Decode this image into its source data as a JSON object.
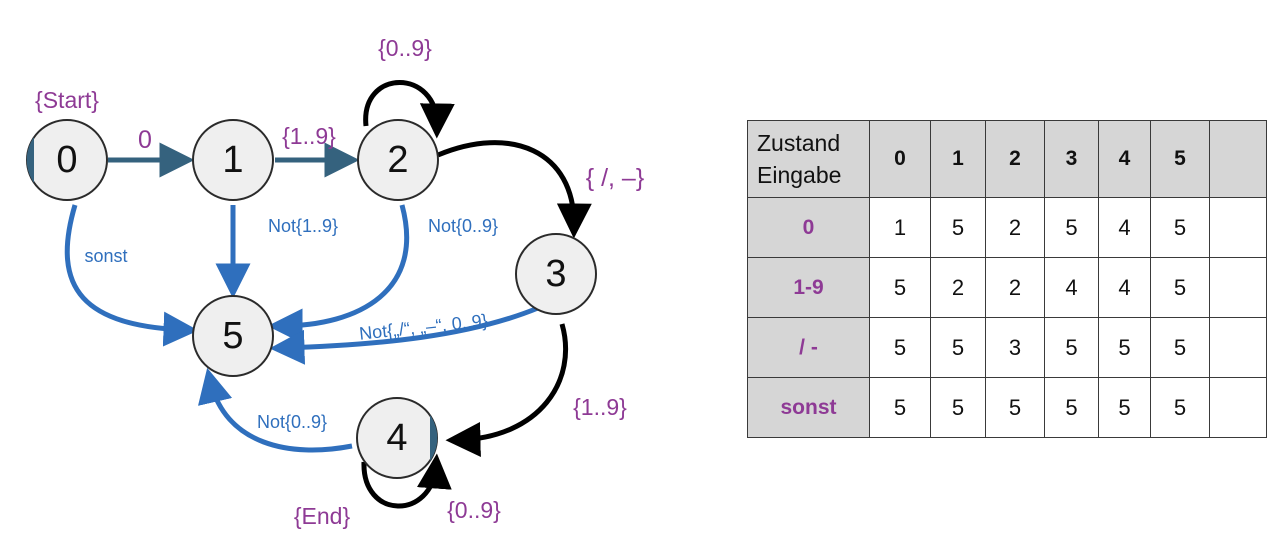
{
  "diagram": {
    "nodes": [
      {
        "id": "0",
        "label": "0"
      },
      {
        "id": "1",
        "label": "1"
      },
      {
        "id": "2",
        "label": "2"
      },
      {
        "id": "3",
        "label": "3"
      },
      {
        "id": "4",
        "label": "4"
      },
      {
        "id": "5",
        "label": "5"
      }
    ],
    "labels": {
      "start": "{Start}",
      "end": "{End}",
      "e01": "0",
      "e12": "{1..9}",
      "loop2": "{0..9}",
      "e23": "{ /, –}",
      "e34": "{1..9}",
      "loop4": "{0..9}",
      "e05": "sonst",
      "e15": "Not{1..9}",
      "e25": "Not{0..9}",
      "e35": "Not{„/“, „–“, 0..9}",
      "e45": "Not{0..9}"
    },
    "colors": {
      "purple": "#8e3a95",
      "blue": "#2f6fbd",
      "teal": "#35627e",
      "black": "#000000"
    }
  },
  "table": {
    "corner": [
      "Zustand",
      "Eingabe"
    ],
    "columns": [
      "0",
      "1",
      "2",
      "3",
      "4",
      "5",
      ""
    ],
    "rows": [
      {
        "input": "0",
        "cells": [
          "1",
          "5",
          "2",
          "5",
          "4",
          "5",
          ""
        ]
      },
      {
        "input": "1-9",
        "cells": [
          "5",
          "2",
          "2",
          "4",
          "4",
          "5",
          ""
        ]
      },
      {
        "input": "/ -",
        "cells": [
          "5",
          "5",
          "3",
          "5",
          "5",
          "5",
          ""
        ]
      },
      {
        "input": "sonst",
        "cells": [
          "5",
          "5",
          "5",
          "5",
          "5",
          "5",
          ""
        ]
      }
    ]
  }
}
